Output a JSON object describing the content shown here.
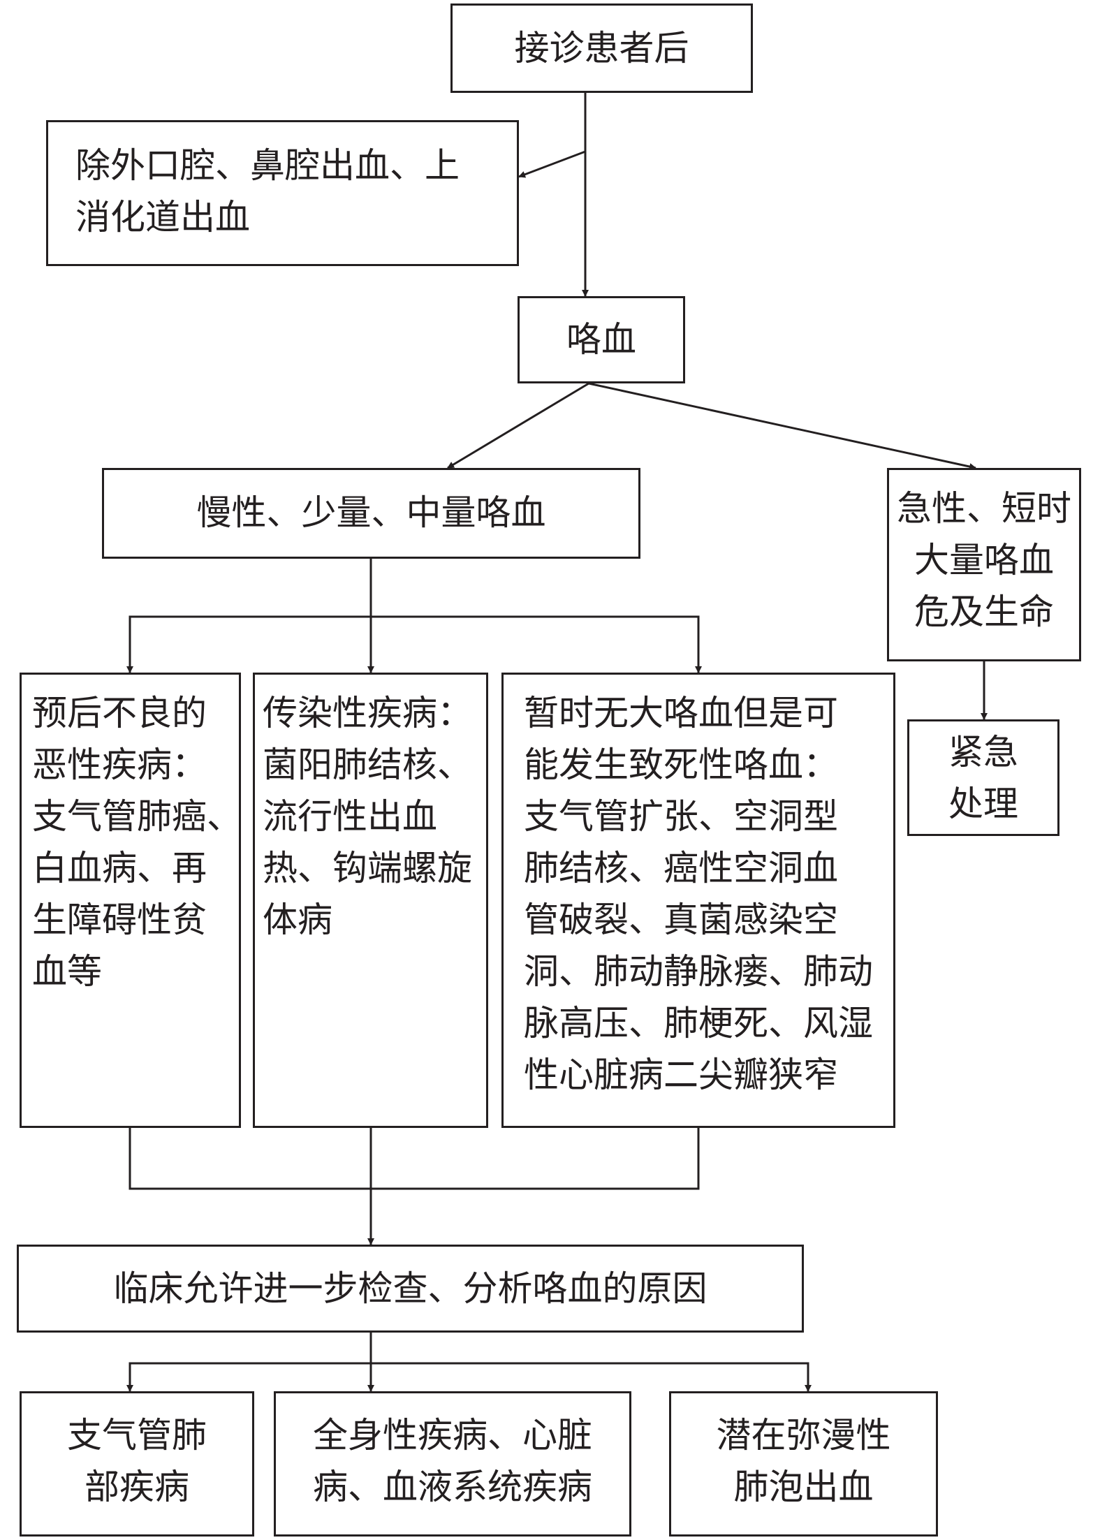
{
  "nodes": {
    "start": "接诊患者后",
    "exclude": "除外口腔、鼻腔出血、上\n消化道出血",
    "hemoptysis": "咯血",
    "chronic": "慢性、少量、中量咯血",
    "acute": "急性、短时\n大量咯血\n危及生命",
    "urgent": "紧急\n处理",
    "poor_prognosis": "预后不良的\n恶性疾病：\n支气管肺癌、\n白血病、再\n生障碍性贫\n血等",
    "infectious": "传染性疾病：\n菌阳肺结核、\n流行性出血\n热、钩端螺旋\n体病",
    "potential_fatal": "暂时无大咯血但是可\n能发生致死性咯血：\n支气管扩张、空洞型\n肺结核、癌性空洞血\n管破裂、真菌感染空\n洞、肺动静脉瘘、肺动\n脉高压、肺梗死、风湿\n性心脏病二尖瓣狭窄",
    "further_exam": "临床允许进一步检查、分析咯血的原因",
    "bronchial": "支气管肺\n部疾病",
    "systemic": "全身性疾病、心脏\n病、血液系统疾病",
    "alveolar": "潜在弥漫性\n肺泡出血"
  },
  "colors": {
    "line": "#231f20",
    "background": "#ffffff"
  }
}
